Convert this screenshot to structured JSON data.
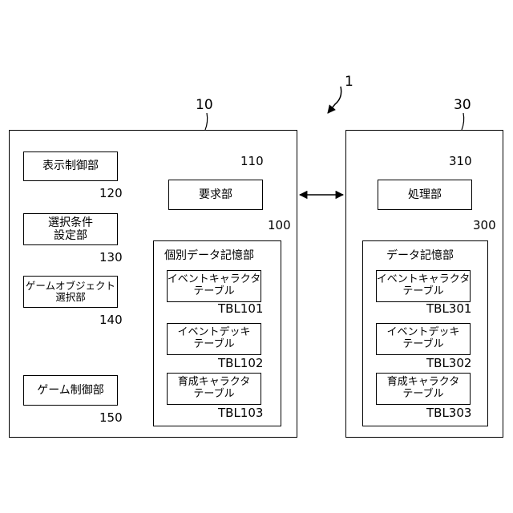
{
  "system_ref": "1",
  "left_unit": {
    "ref": "10",
    "modules": [
      {
        "ref": "120",
        "line1": "表示制御部",
        "line2": ""
      },
      {
        "ref": "130",
        "line1": "選択条件",
        "line2": "設定部"
      },
      {
        "ref": "140",
        "line1": "ゲームオブジェクト",
        "line2": "選択部"
      },
      {
        "ref": "150",
        "line1": "ゲーム制御部",
        "line2": ""
      }
    ],
    "request": {
      "ref": "110",
      "label": "要求部"
    },
    "storage": {
      "ref": "100",
      "title": "個別データ記憶部",
      "tables": [
        {
          "line1": "イベントキャラクタ",
          "line2": "テーブル",
          "id": "TBL101"
        },
        {
          "line1": "イベントデッキ",
          "line2": "テーブル",
          "id": "TBL102"
        },
        {
          "line1": "育成キャラクタ",
          "line2": "テーブル",
          "id": "TBL103"
        }
      ]
    }
  },
  "right_unit": {
    "ref": "30",
    "processing": {
      "ref": "310",
      "label": "処理部"
    },
    "storage": {
      "ref": "300",
      "title": "データ記憶部",
      "tables": [
        {
          "line1": "イベントキャラクタ",
          "line2": "テーブル",
          "id": "TBL301"
        },
        {
          "line1": "イベントデッキ",
          "line2": "テーブル",
          "id": "TBL302"
        },
        {
          "line1": "育成キャラクタ",
          "line2": "テーブル",
          "id": "TBL303"
        }
      ]
    }
  }
}
